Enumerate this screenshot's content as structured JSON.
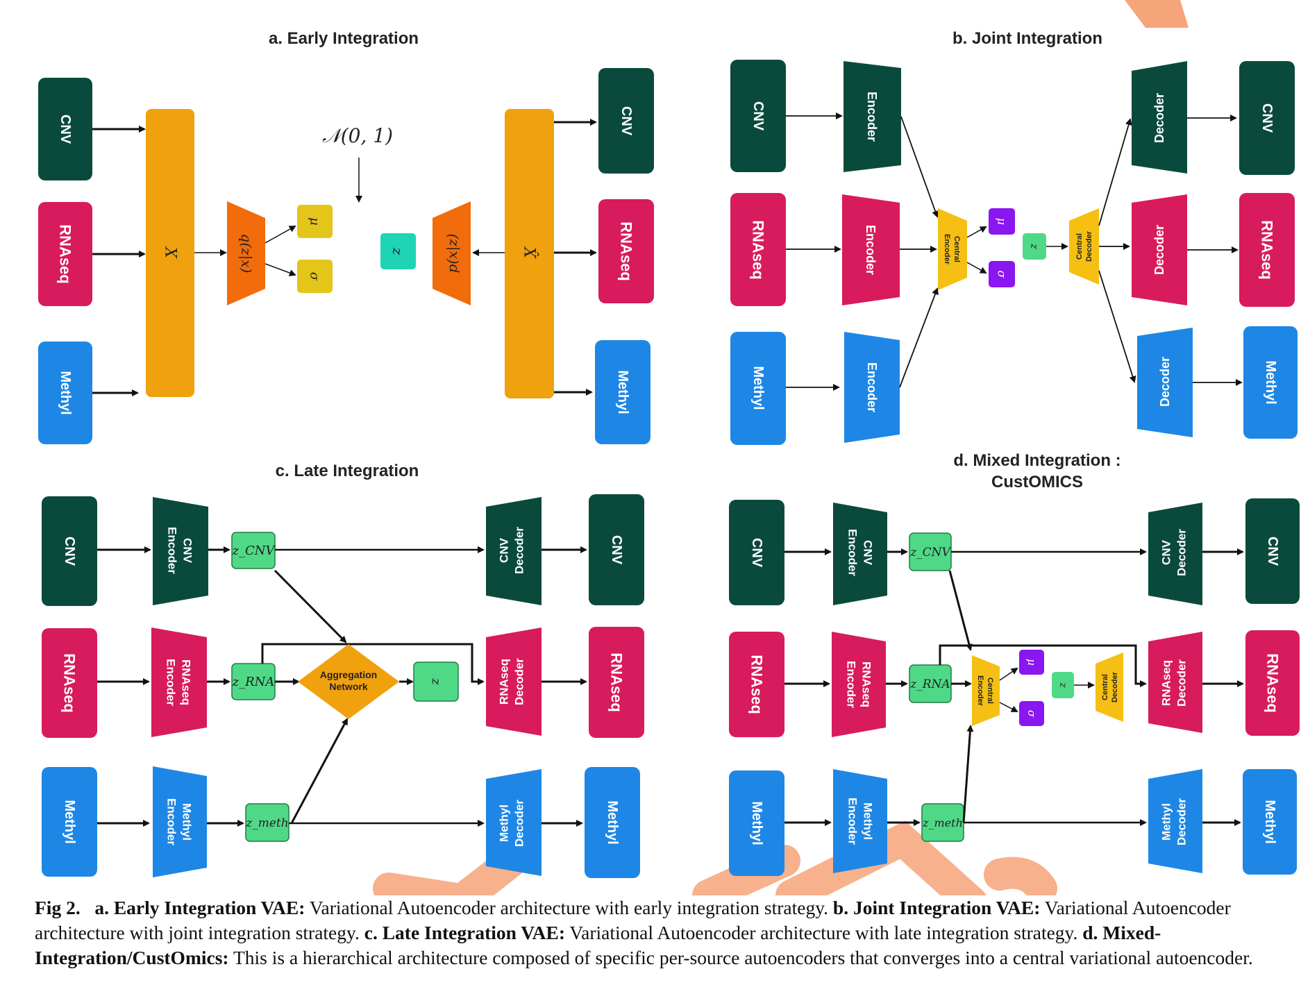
{
  "colors": {
    "cnv": "#0a4a3c",
    "rnaseq": "#d81b5c",
    "methyl": "#1e87e5",
    "orange_bar": "#f0a10e",
    "encoder_orange": "#f26c0c",
    "mu_sigma_yellow": "#e4c51a",
    "z_teal": "#1ed4b4",
    "z_green": "#4fd987",
    "purple": "#8a16f0",
    "central_yellow": "#f5c013",
    "aggregation": "#f0a10e",
    "watermark": "#f6a47a"
  },
  "panels": {
    "a": {
      "title": "a. Early Integration",
      "sources": [
        "CNV",
        "RNAseq",
        "Methyl"
      ],
      "input": "X",
      "encoder": "q(z|x)",
      "mu": "μ",
      "sigma": "σ",
      "prior": "𝒩(0, 1)",
      "z": "z",
      "decoder": "p(x|z)",
      "output": "X̂",
      "outputs": [
        "CNV",
        "RNAseq",
        "Methyl"
      ]
    },
    "b": {
      "title": "b. Joint Integration",
      "sources": [
        "CNV",
        "RNAseq",
        "Methyl"
      ],
      "encoder": "Encoder",
      "central_encoder": [
        "Central",
        "Encoder"
      ],
      "mu": "μ",
      "sigma": "σ",
      "z": "z",
      "central_decoder": [
        "Central",
        "Decoder"
      ],
      "decoder": "Decoder",
      "outputs": [
        "CNV",
        "RNAseq",
        "Methyl"
      ]
    },
    "c": {
      "title": "c. Late Integration",
      "sources": [
        "CNV",
        "RNAseq",
        "Methyl"
      ],
      "encoders": [
        [
          "CNV",
          "Encoder"
        ],
        [
          "RNAseq",
          "Encoder"
        ],
        [
          "Methyl",
          "Encoder"
        ]
      ],
      "latents": [
        "z_CNV",
        "z_RNA",
        "z_meth"
      ],
      "aggregation": [
        "Aggregation",
        "Network"
      ],
      "z": "z",
      "decoders": [
        [
          "CNV",
          "Decoder"
        ],
        [
          "RNAseq",
          "Decoder"
        ],
        [
          "Methyl",
          "Decoder"
        ]
      ],
      "outputs": [
        "CNV",
        "RNAseq",
        "Methyl"
      ]
    },
    "d": {
      "title_line1": "d. Mixed Integration :",
      "title_line2": "CustOMICS",
      "sources": [
        "CNV",
        "RNAseq",
        "Methyl"
      ],
      "encoders": [
        [
          "CNV",
          "Encoder"
        ],
        [
          "RNAseq",
          "Encoder"
        ],
        [
          "Methyl",
          "Encoder"
        ]
      ],
      "latents": [
        "z_CNV",
        "z_RNA",
        "z_meth"
      ],
      "central_encoder": [
        "Central",
        "Encoder"
      ],
      "mu": "μ",
      "sigma": "σ",
      "z": "z",
      "central_decoder": [
        "Central",
        "Decoder"
      ],
      "decoders": [
        [
          "CNV",
          "Decoder"
        ],
        [
          "RNAseq",
          "Decoder"
        ],
        [
          "Methyl",
          "Decoder"
        ]
      ],
      "outputs": [
        "CNV",
        "RNAseq",
        "Methyl"
      ]
    }
  },
  "caption": {
    "fig": "Fig 2.",
    "a_bold": "a. Early Integration VAE:",
    "a_text": " Variational Autoencoder architecture with early integration strategy. ",
    "b_bold": "b. Joint Integration VAE:",
    "b_text": " Variational Autoencoder architecture with joint integration strategy. ",
    "c_bold": "c. Late Integration VAE:",
    "c_text": " Variational Autoencoder architecture with late integration strategy. ",
    "d_bold": "d. Mixed-Integration/CustOmics:",
    "d_text": " This is a hierarchical architecture composed of specific per-source autoencoders that converges into a central variational autoencoder."
  }
}
